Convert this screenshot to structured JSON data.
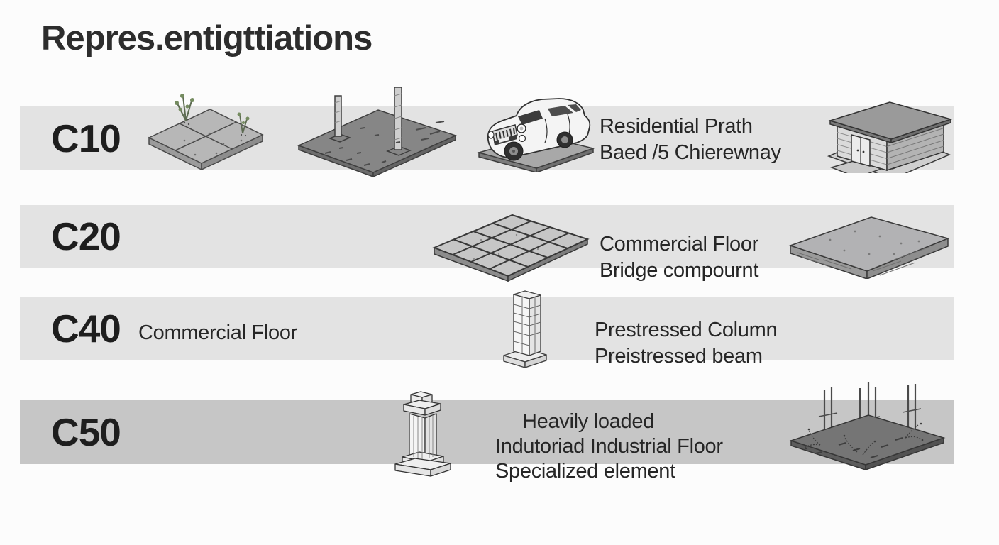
{
  "title": "Repres.entigttiations",
  "colors": {
    "background": "#fcfcfc",
    "band_light": "#e3e3e3",
    "band_dark": "#c6c6c6",
    "text": "#262626",
    "plant_green": "#758c60"
  },
  "rows": [
    {
      "grade": "C10",
      "lines": [
        "Residential Prath",
        "Baed /5 Chierewnay"
      ],
      "icons": [
        "slab-with-weeds",
        "slab-with-fence-posts",
        "suv-on-slab",
        "garden-shed"
      ]
    },
    {
      "grade": "C20",
      "lines": [
        "Commercial Floor",
        "Bridge compournt"
      ],
      "icons": [
        "tiled-floor-slab",
        "concrete-slab"
      ]
    },
    {
      "grade": "C40",
      "left_label": "Commercial Floor",
      "lines": [
        "Prestressed Column",
        "Preistressed beam"
      ],
      "icons": [
        "prestressed-column"
      ]
    },
    {
      "grade": "C50",
      "lines": [
        "Heavily loaded",
        "Indutoriad Industrial Floor",
        "Specialized element"
      ],
      "icons": [
        "classical-pedestal",
        "rebar-foundation-slab"
      ]
    }
  ]
}
